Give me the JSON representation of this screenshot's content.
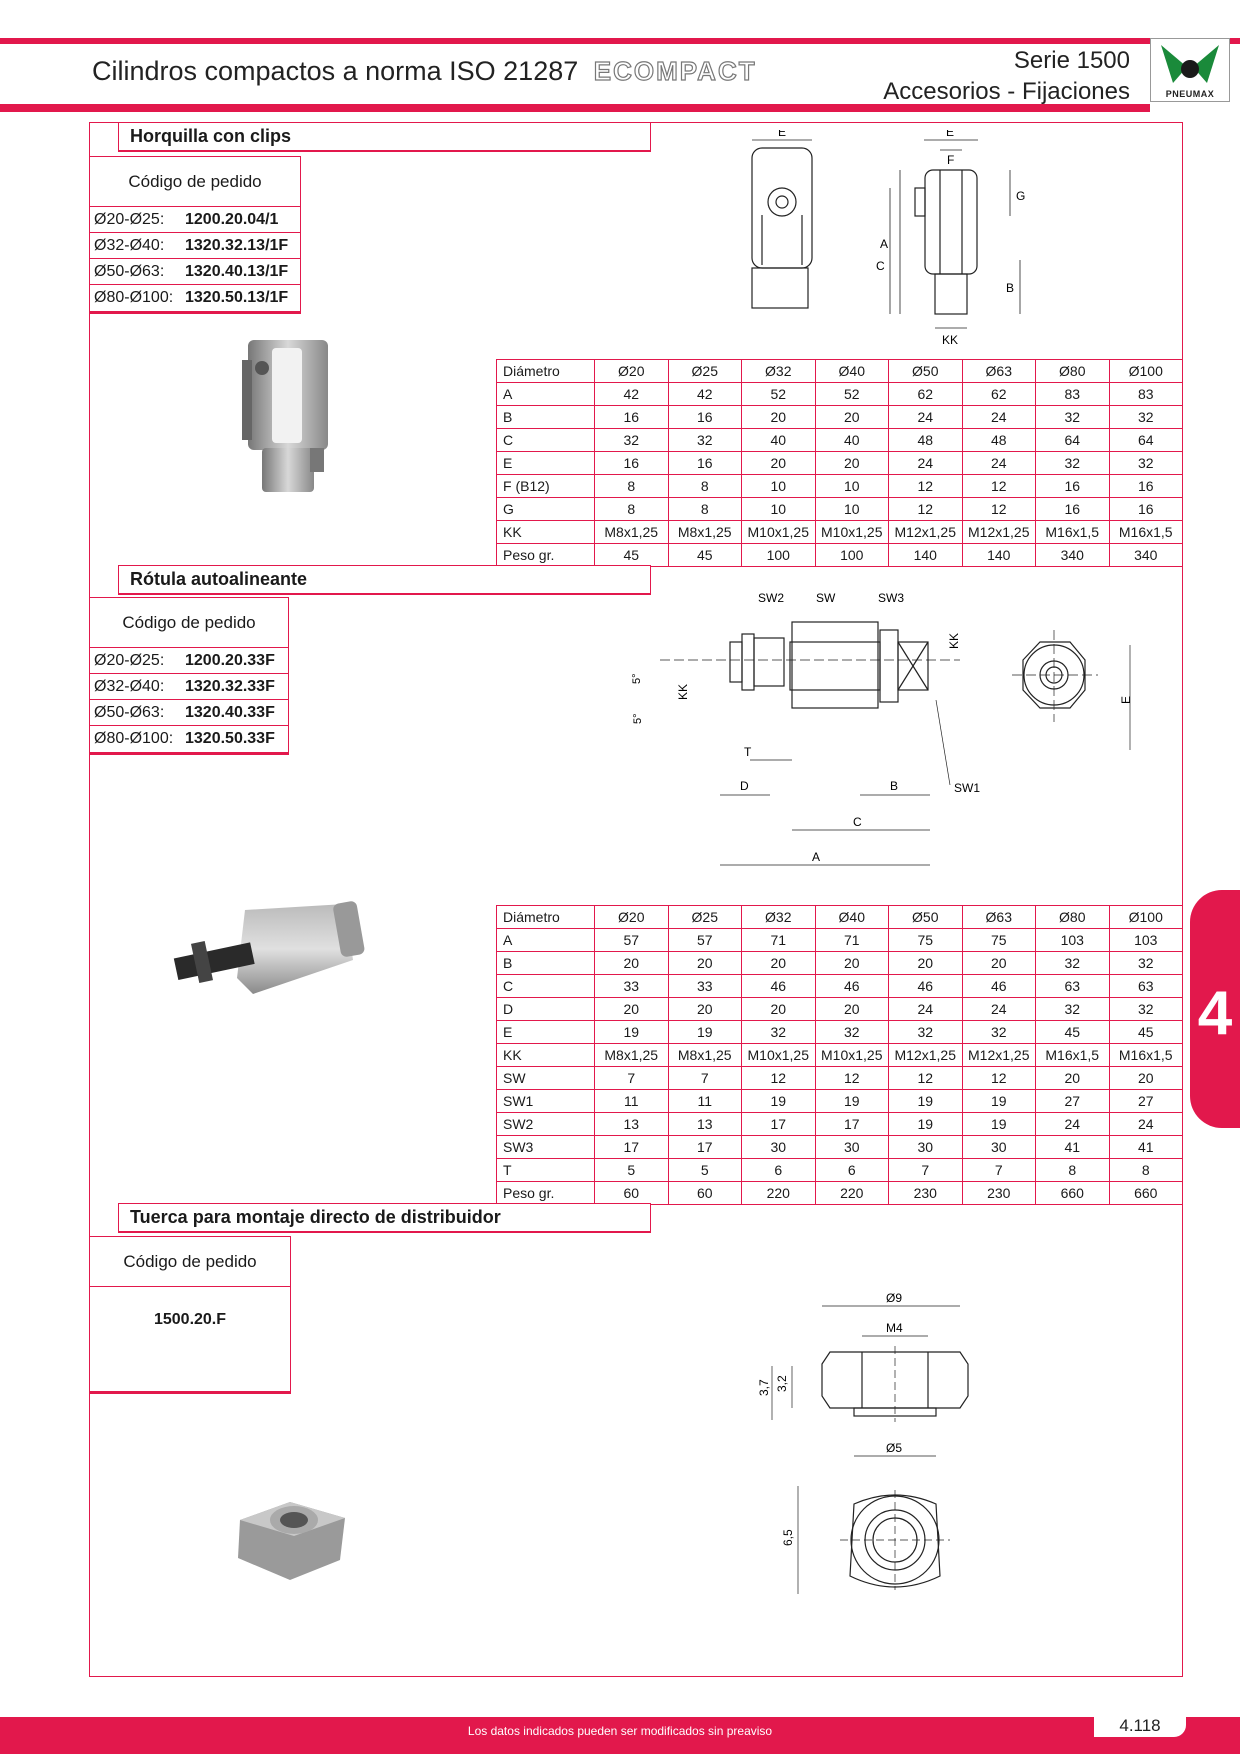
{
  "header": {
    "title": "Cilindros compactos a norma ISO 21287",
    "brand": "ECOMPACT",
    "series": "Serie 1500",
    "subtitle": "Accesorios - Fijaciones",
    "logo_text": "PNEUMAX"
  },
  "colors": {
    "accent": "#e2184c",
    "text": "#1a1a1a"
  },
  "section1": {
    "title": "Horquilla con clips",
    "order_label": "Código de pedido",
    "orders": [
      {
        "range": "Ø20-Ø25:",
        "code": "1200.20.04/1"
      },
      {
        "range": "Ø32-Ø40:",
        "code": "1320.32.13/1F"
      },
      {
        "range": "Ø50-Ø63:",
        "code": "1320.40.13/1F"
      },
      {
        "range": "Ø80-Ø100:",
        "code": "1320.50.13/1F"
      }
    ],
    "drawing_labels": {
      "e": "E",
      "f": "F",
      "g": "G",
      "a": "A",
      "c": "C",
      "b": "B",
      "kk": "KK"
    },
    "table": [
      [
        "Diámetro",
        "Ø20",
        "Ø25",
        "Ø32",
        "Ø40",
        "Ø50",
        "Ø63",
        "Ø80",
        "Ø100"
      ],
      [
        "A",
        "42",
        "42",
        "52",
        "52",
        "62",
        "62",
        "83",
        "83"
      ],
      [
        "B",
        "16",
        "16",
        "20",
        "20",
        "24",
        "24",
        "32",
        "32"
      ],
      [
        "C",
        "32",
        "32",
        "40",
        "40",
        "48",
        "48",
        "64",
        "64"
      ],
      [
        "E",
        "16",
        "16",
        "20",
        "20",
        "24",
        "24",
        "32",
        "32"
      ],
      [
        "F (B12)",
        "8",
        "8",
        "10",
        "10",
        "12",
        "12",
        "16",
        "16"
      ],
      [
        "G",
        "8",
        "8",
        "10",
        "10",
        "12",
        "12",
        "16",
        "16"
      ],
      [
        "KK",
        "M8x1,25",
        "M8x1,25",
        "M10x1,25",
        "M10x1,25",
        "M12x1,25",
        "M12x1,25",
        "M16x1,5",
        "M16x1,5"
      ],
      [
        "Peso gr.",
        "45",
        "45",
        "100",
        "100",
        "140",
        "140",
        "340",
        "340"
      ]
    ]
  },
  "section2": {
    "title": "Rótula autoalineante",
    "order_label": "Código de pedido",
    "orders": [
      {
        "range": "Ø20-Ø25:",
        "code": "1200.20.33F"
      },
      {
        "range": "Ø32-Ø40:",
        "code": "1320.32.33F"
      },
      {
        "range": "Ø50-Ø63:",
        "code": "1320.40.33F"
      },
      {
        "range": "Ø80-Ø100:",
        "code": "1320.50.33F"
      }
    ],
    "drawing_labels": {
      "sw2": "SW2",
      "sw": "SW",
      "sw3": "SW3",
      "sw1": "SW1",
      "kk": "KK",
      "t": "T",
      "d": "D",
      "b": "B",
      "c": "C",
      "a": "A",
      "e": "E",
      "angle": "5°"
    },
    "table": [
      [
        "Diámetro",
        "Ø20",
        "Ø25",
        "Ø32",
        "Ø40",
        "Ø50",
        "Ø63",
        "Ø80",
        "Ø100"
      ],
      [
        "A",
        "57",
        "57",
        "71",
        "71",
        "75",
        "75",
        "103",
        "103"
      ],
      [
        "B",
        "20",
        "20",
        "20",
        "20",
        "20",
        "20",
        "32",
        "32"
      ],
      [
        "C",
        "33",
        "33",
        "46",
        "46",
        "46",
        "46",
        "63",
        "63"
      ],
      [
        "D",
        "20",
        "20",
        "20",
        "20",
        "24",
        "24",
        "32",
        "32"
      ],
      [
        "E",
        "19",
        "19",
        "32",
        "32",
        "32",
        "32",
        "45",
        "45"
      ],
      [
        "KK",
        "M8x1,25",
        "M8x1,25",
        "M10x1,25",
        "M10x1,25",
        "M12x1,25",
        "M12x1,25",
        "M16x1,5",
        "M16x1,5"
      ],
      [
        "SW",
        "7",
        "7",
        "12",
        "12",
        "12",
        "12",
        "20",
        "20"
      ],
      [
        "SW1",
        "11",
        "11",
        "19",
        "19",
        "19",
        "19",
        "27",
        "27"
      ],
      [
        "SW2",
        "13",
        "13",
        "17",
        "17",
        "19",
        "19",
        "24",
        "24"
      ],
      [
        "SW3",
        "17",
        "17",
        "30",
        "30",
        "30",
        "30",
        "41",
        "41"
      ],
      [
        "T",
        "5",
        "5",
        "6",
        "6",
        "7",
        "7",
        "8",
        "8"
      ],
      [
        "Peso gr.",
        "60",
        "60",
        "220",
        "220",
        "230",
        "230",
        "660",
        "660"
      ]
    ]
  },
  "section3": {
    "title": "Tuerca para montaje directo de distribuidor",
    "order_label": "Código de pedido",
    "code": "1500.20.F",
    "drawing_labels": {
      "d9": "Ø9",
      "m4": "M4",
      "h37": "3,7",
      "h32": "3,2",
      "d5": "Ø5",
      "w65": "6,5"
    }
  },
  "side_tab": "4",
  "footer": {
    "note": "Los datos indicados pueden ser modificados sin preaviso",
    "page": "4.118"
  }
}
